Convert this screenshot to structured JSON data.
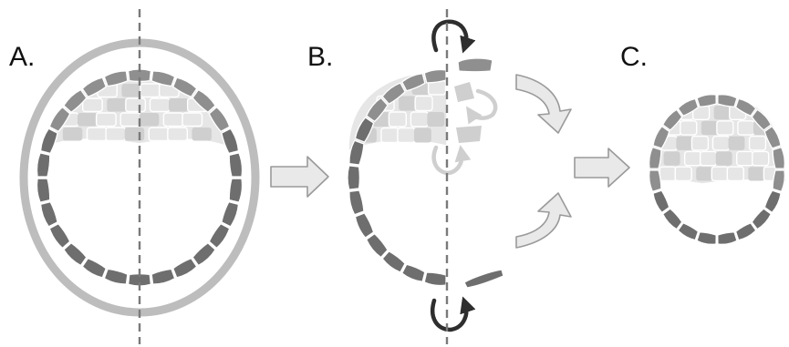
{
  "panels": [
    {
      "label": "A."
    },
    {
      "label": "B."
    },
    {
      "label": "C."
    }
  ],
  "colors": {
    "trophectoderm_dark": "#6e6e6e",
    "trophectoderm_mid": "#8f8f8f",
    "inner_cell_mass": "#e6e6e6",
    "zona_pellucida": "#bdbdbd",
    "arrow_fill": "#e9e9e9",
    "axis_line": "#7a7a7a"
  }
}
